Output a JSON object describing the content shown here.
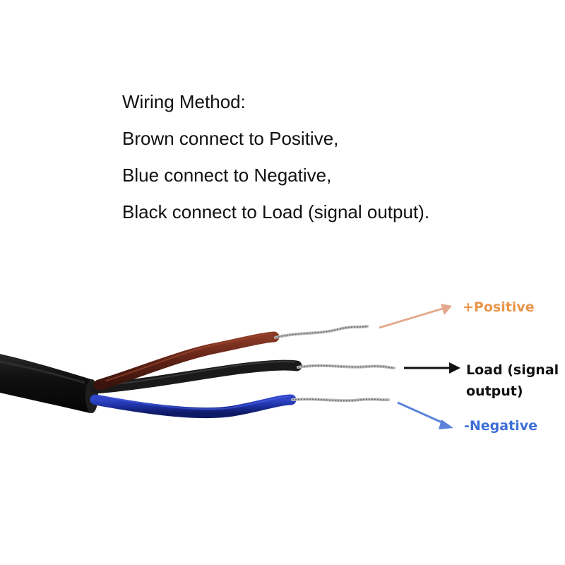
{
  "instructions": {
    "heading": "Wiring Method:",
    "lines": [
      "Brown connect to Positive,",
      "Blue connect to Negative,",
      "Black connect to Load (signal output)."
    ]
  },
  "labels": {
    "positive": "+Positive",
    "load_line1": "Load (signal",
    "load_line2": "output)",
    "negative": "-Negative"
  },
  "colors": {
    "positive": "#e8954a",
    "load": "#111111",
    "negative": "#3d6fd6",
    "positive_arrow": "#e3a98c",
    "negative_arrow": "#5b84d9",
    "brown_wire": "#6b2a1c",
    "black_wire": "#1a1a1a",
    "blue_wire": "#1c2fa0",
    "cable": "#111111"
  }
}
